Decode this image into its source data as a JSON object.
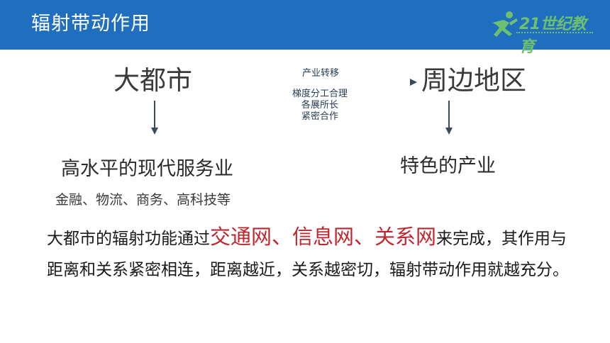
{
  "header": {
    "title": "辐射带动作用",
    "logo_text": "21世纪教育"
  },
  "colors": {
    "header_bg": "#1f6fbe",
    "highlight": "#c0262d",
    "arrow": "#3a4a5c"
  },
  "diagram": {
    "source": "大都市",
    "target": "周边地区",
    "arrow_top_label": "产业转移",
    "arrow_bottom_labels": [
      "梯度分工合理",
      "各展所长",
      "紧密合作"
    ],
    "source_result": "高水平的现代服务业",
    "source_examples": "金融、物流、商务、高科技等",
    "target_result": "特色的产业"
  },
  "paragraph": {
    "prefix": "大都市的辐射功能通过",
    "highlight": "交通网、信息网、关系网",
    "suffix": "来完成，其作用与距离和关系紧密相连，距离越近，关系越密切，辐射带动作用就越充分。"
  }
}
